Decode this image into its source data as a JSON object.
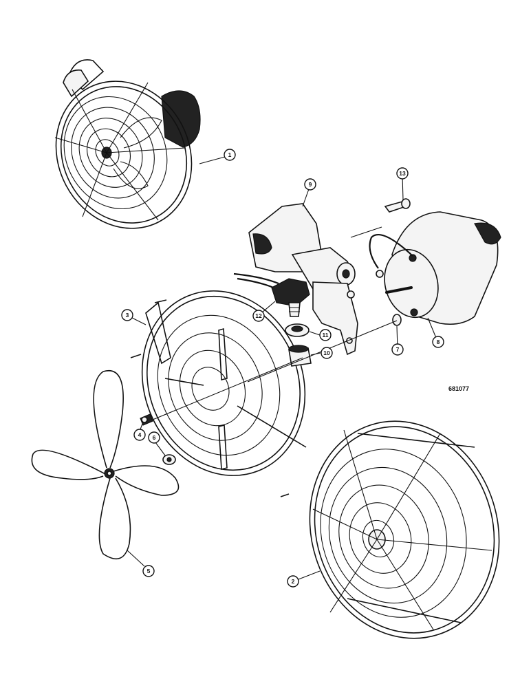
{
  "drawing_number": "681077",
  "callouts": [
    {
      "id": "1",
      "label": "1"
    },
    {
      "id": "2",
      "label": "2"
    },
    {
      "id": "3",
      "label": "3"
    },
    {
      "id": "4",
      "label": "4"
    },
    {
      "id": "5",
      "label": "5"
    },
    {
      "id": "6",
      "label": "6"
    },
    {
      "id": "7",
      "label": "7"
    },
    {
      "id": "8",
      "label": "8"
    },
    {
      "id": "9",
      "label": "9"
    },
    {
      "id": "10",
      "label": "10"
    },
    {
      "id": "11",
      "label": "11"
    },
    {
      "id": "12",
      "label": "12"
    },
    {
      "id": "13",
      "label": "13"
    }
  ]
}
